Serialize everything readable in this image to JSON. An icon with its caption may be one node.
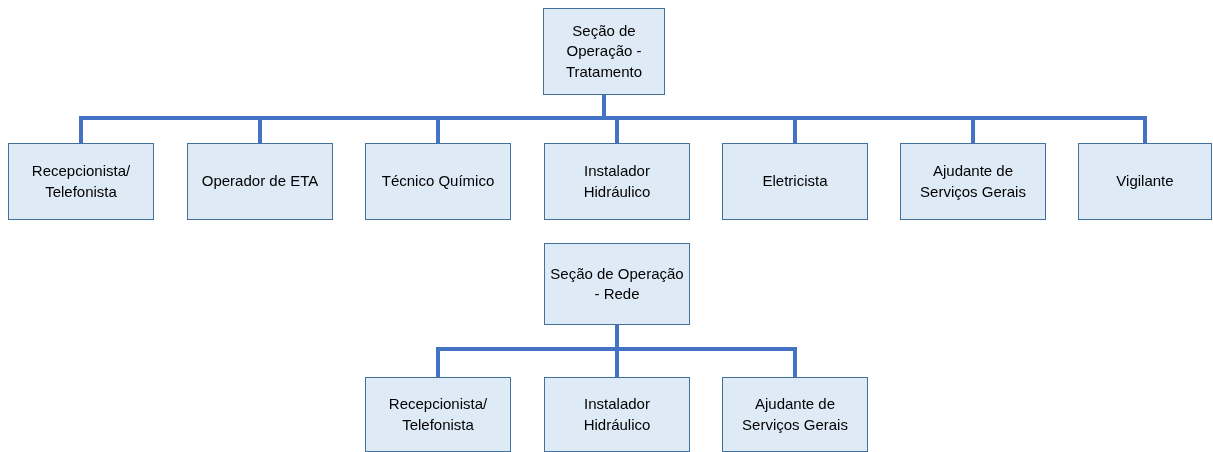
{
  "diagram": {
    "nodes": [
      {
        "text": [
          "Seção de Operação - Tratamento"
        ]
      },
      {
        "text": [
          "Recepcionista/ Telefonista"
        ]
      },
      {
        "text": [
          "Operador de ETA"
        ]
      },
      {
        "text": [
          "Técnico Químico"
        ]
      },
      {
        "text": [
          "Instalador Hidráulico"
        ]
      },
      {
        "text": [
          "Eletricista"
        ]
      },
      {
        "text": [
          "Ajudante de Serviços Gerais"
        ]
      },
      {
        "text": [
          "Vigilante"
        ]
      },
      {
        "text": [
          "Seção de Operação - Rede"
        ]
      },
      {
        "text": [
          "Recepcionista/ Telefonista"
        ]
      },
      {
        "text": [
          "Instalador Hidráulico"
        ]
      },
      {
        "text": [
          "Ajudante de Serviços Gerais"
        ]
      }
    ],
    "edges": [
      {
        "from": 0,
        "to": 1,
        "arrow": "none"
      },
      {
        "from": 0,
        "to": 2,
        "arrow": "none"
      },
      {
        "from": 0,
        "to": 3,
        "arrow": "none"
      },
      {
        "from": 0,
        "to": 4,
        "arrow": "none"
      },
      {
        "from": 0,
        "to": 5,
        "arrow": "none"
      },
      {
        "from": 0,
        "to": 6,
        "arrow": "none"
      },
      {
        "from": 0,
        "to": 7,
        "arrow": "none"
      },
      {
        "from": 8,
        "to": 9,
        "arrow": "none"
      },
      {
        "from": 8,
        "to": 10,
        "arrow": "none"
      },
      {
        "from": 8,
        "to": 11,
        "arrow": "none"
      }
    ]
  }
}
